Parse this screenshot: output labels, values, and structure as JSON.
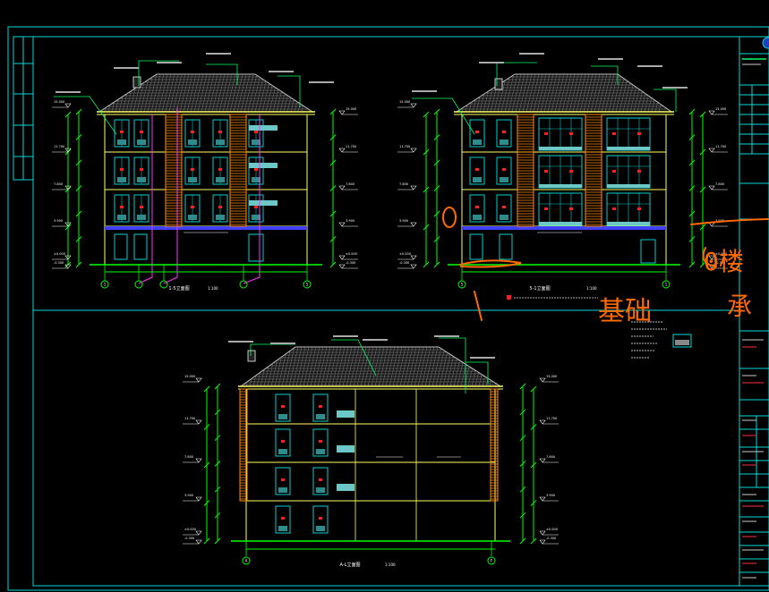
{
  "drawing": {
    "colors": {
      "background": "#000000",
      "frame": "#00ffff",
      "roof": "#c8c8c8",
      "wall": "#ffff66",
      "window": "#00d0d0",
      "orange": "#ff8a00",
      "dimension": "#00ff00",
      "magenta": "#ff33ff",
      "red": "#ff2020",
      "blue": "#4040ff",
      "annotation": "#ff6a00",
      "white": "#ffffff"
    },
    "elevations": [
      {
        "id": "front",
        "caption": "1-5立面图",
        "scale": "1:100",
        "axis_marks": [
          "1",
          "",
          "",
          "",
          "5"
        ]
      },
      {
        "id": "back",
        "caption": "5-1立面图",
        "scale": "1:100",
        "axis_marks": [
          "5",
          "1"
        ]
      },
      {
        "id": "side",
        "caption": "A-L立面图",
        "scale": "1:100",
        "axis_marks": [
          "A",
          "F"
        ]
      }
    ],
    "elevation_marks": [
      "15.000",
      "11.700",
      "7.800",
      "3.900",
      "±0.000",
      "-0.300"
    ],
    "handwriting": {
      "chinese": "基础",
      "right_text": "0楼",
      "right_text2": "承"
    }
  }
}
